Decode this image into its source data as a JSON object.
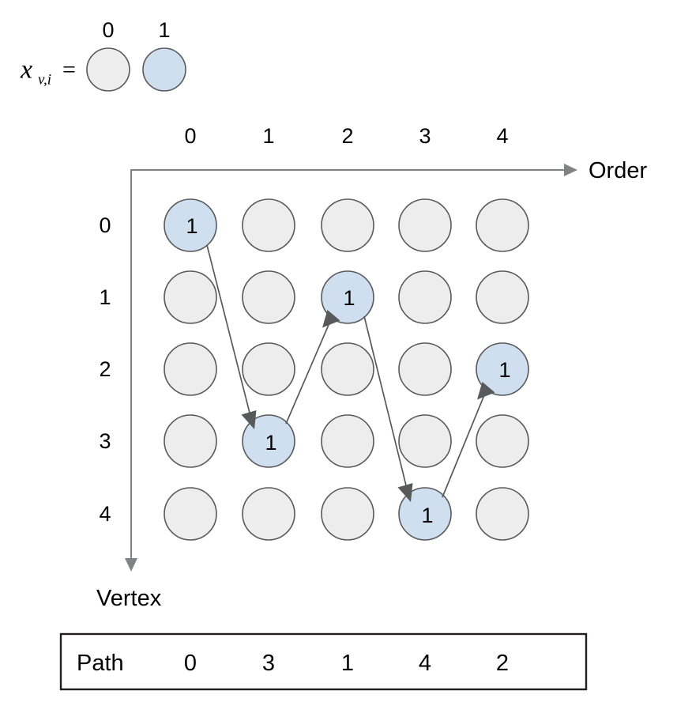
{
  "legend": {
    "variable": "x",
    "subscript": "v,i",
    "equals": "=",
    "swatches": [
      {
        "label": "0",
        "state": "off",
        "color": "#ededed"
      },
      {
        "label": "1",
        "state": "on",
        "color": "#cfdfef"
      }
    ]
  },
  "axes": {
    "x_title": "Order",
    "y_title": "Vertex",
    "x_ticks": [
      "0",
      "1",
      "2",
      "3",
      "4"
    ],
    "y_ticks": [
      "0",
      "1",
      "2",
      "3",
      "4"
    ]
  },
  "chart_data": {
    "type": "heatmap",
    "title": "",
    "xlabel": "Order",
    "ylabel": "Vertex",
    "categories_x": [
      "0",
      "1",
      "2",
      "3",
      "4"
    ],
    "categories_y": [
      "0",
      "1",
      "2",
      "3",
      "4"
    ],
    "on_value_label": "1",
    "off_value_label": "",
    "colors": {
      "on": "#cfdfef",
      "off": "#ededed",
      "stroke": "#58595b"
    },
    "matrix": [
      [
        1,
        0,
        0,
        0,
        0
      ],
      [
        0,
        0,
        1,
        0,
        0
      ],
      [
        0,
        0,
        0,
        0,
        1
      ],
      [
        0,
        1,
        0,
        0,
        0
      ],
      [
        0,
        0,
        0,
        1,
        0
      ]
    ],
    "assignments": [
      {
        "order": 0,
        "vertex": 0,
        "value": "1"
      },
      {
        "order": 1,
        "vertex": 3,
        "value": "1"
      },
      {
        "order": 2,
        "vertex": 1,
        "value": "1"
      },
      {
        "order": 3,
        "vertex": 4,
        "value": "1"
      },
      {
        "order": 4,
        "vertex": 2,
        "value": "1"
      }
    ],
    "path_arrows": [
      {
        "from_order": 0,
        "from_vertex": 0,
        "to_order": 1,
        "to_vertex": 3
      },
      {
        "from_order": 1,
        "from_vertex": 3,
        "to_order": 2,
        "to_vertex": 1
      },
      {
        "from_order": 2,
        "from_vertex": 1,
        "to_order": 3,
        "to_vertex": 4
      },
      {
        "from_order": 3,
        "from_vertex": 4,
        "to_order": 4,
        "to_vertex": 2
      }
    ]
  },
  "path_table": {
    "label": "Path",
    "values": [
      "0",
      "3",
      "1",
      "4",
      "2"
    ]
  }
}
